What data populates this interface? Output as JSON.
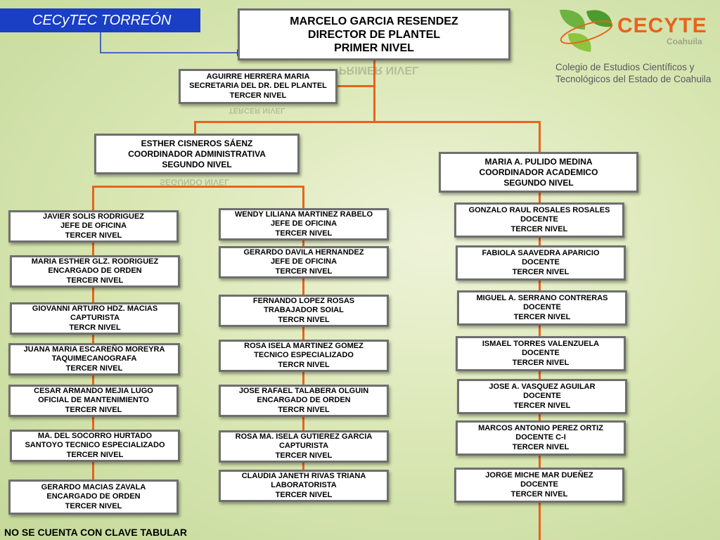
{
  "header_tag": "CECyTEC TORREÓN",
  "director": {
    "l1": "MARCELO GARCIA RESENDEZ",
    "l2": "DIRECTOR DE PLANTEL",
    "l3": "PRIMER NIVEL"
  },
  "secretary": {
    "l1": "AGUIRRE HERRERA MARIA",
    "l2": "SECRETARIA DEL DR. DEL PLANTEL",
    "l3": "TERCER NIVEL"
  },
  "admin_coord": {
    "l1": "ESTHER CISNEROS SÁENZ",
    "l2": "COORDINADOR ADMINISTRATIVA",
    "l3": "SEGUNDO NIVEL"
  },
  "acad_coord": {
    "l1": "MARIA A. PULIDO MEDINA",
    "l2": "COORDINADOR ACADEMICO",
    "l3": "SEGUNDO NIVEL"
  },
  "left_column": [
    {
      "l1": "JAVIER SOLIS RODRIGUEZ",
      "l2": "JEFE DE OFICINA",
      "l3": "TERCER NIVEL"
    },
    {
      "l1": "MARIA ESTHER GLZ. RODRIGUEZ",
      "l2": "ENCARGADO DE ORDEN",
      "l3": "TERCER NIVEL"
    },
    {
      "l1": "GIOVANNI ARTURO HDZ. MACIAS",
      "l2": "CAPTURISTA",
      "l3": "TERCR NIVEL"
    },
    {
      "l1": "JUANA MARIA ESCAREÑO MOREYRA",
      "l2": "TAQUIMECANOGRAFA",
      "l3": "TERCER NIVEL"
    },
    {
      "l1": "CESAR ARMANDO MEJIA LUGO",
      "l2": "OFICIAL DE MANTENIMIENTO",
      "l3": "TERCER NIVEL"
    },
    {
      "l1": "MA. DEL SOCORRO HURTADO",
      "l2": "SANTOYO TECNICO ESPECIALIZADO",
      "l3": "TERCER NIVEL"
    },
    {
      "l1": "GERARDO MACIAS ZAVALA",
      "l2": "ENCARGADO DE ORDEN",
      "l3": "TERCER NIVEL"
    }
  ],
  "middle_column": [
    {
      "l1": "WENDY LILIANA MARTINEZ RABELO",
      "l2": "JEFE DE OFICINA",
      "l3": "TERCER NIVEL"
    },
    {
      "l1": "GERARDO DAVILA HERNANDEZ",
      "l2": "JEFE DE OFICINA",
      "l3": "TERCER NIVEL"
    },
    {
      "l1": "FERNANDO LOPEZ ROSAS",
      "l2": "TRABAJADOR SOIAL",
      "l3": "TERCR NIVEL"
    },
    {
      "l1": "ROSA ISELA MARTINEZ GOMEZ",
      "l2": "TECNICO ESPECIALIZADO",
      "l3": "TERCR NIVEL"
    },
    {
      "l1": "JOSE  RAFAEL TALABERA OLGUIN",
      "l2": "ENCARGADO DE ORDEN",
      "l3": "TERCR NIVEL"
    },
    {
      "l1": "ROSA MA. ISELA GUTIEREZ GARCIA",
      "l2": "CAPTURISTA",
      "l3": "TERCER NIVEL"
    },
    {
      "l1": "CLAUDIA JANETH RIVAS TRIANA",
      "l2": "LABORATORISTA",
      "l3": "TERCER NIVEL"
    }
  ],
  "right_column": [
    {
      "l1": "GONZALO RAUL ROSALES ROSALES",
      "l2": "DOCENTE",
      "l3": "TERCER NIVEL"
    },
    {
      "l1": "FABIOLA SAAVEDRA APARICIO",
      "l2": "DOCENTE",
      "l3": "TERCER NIVEL"
    },
    {
      "l1": "MIGUEL A. SERRANO CONTRERAS",
      "l2": "DOCENTE",
      "l3": "TERCER NIVEL"
    },
    {
      "l1": "ISMAEL TORRES VALENZUELA",
      "l2": "DOCENTE",
      "l3": "TERCER NIVEL"
    },
    {
      "l1": "JOSE A.  VASQUEZ AGUILAR",
      "l2": "DOCENTE",
      "l3": "TERCER NIVEL"
    },
    {
      "l1": "MARCOS ANTONIO PEREZ ORTIZ",
      "l2": "DOCENTE C-I",
      "l3": "TERCER NIVEL"
    },
    {
      "l1": "JORGE MICHE MAR DUEÑEZ",
      "l2": "DOCENTE",
      "l3": "TERCER NIVEL"
    }
  ],
  "logo": {
    "name": "CECYTE",
    "region": "Coahuila"
  },
  "college_name": {
    "l1": "Colegio de Estudios Científicos y",
    "l2": "Tecnológicos del Estado de Coahuila"
  },
  "footer_note": "NO SE CUENTA CON CLAVE TABULAR",
  "colors": {
    "connector": "#e8631c",
    "tag_bg": "#1a3fc4",
    "box_border": "#6f6f6f"
  }
}
